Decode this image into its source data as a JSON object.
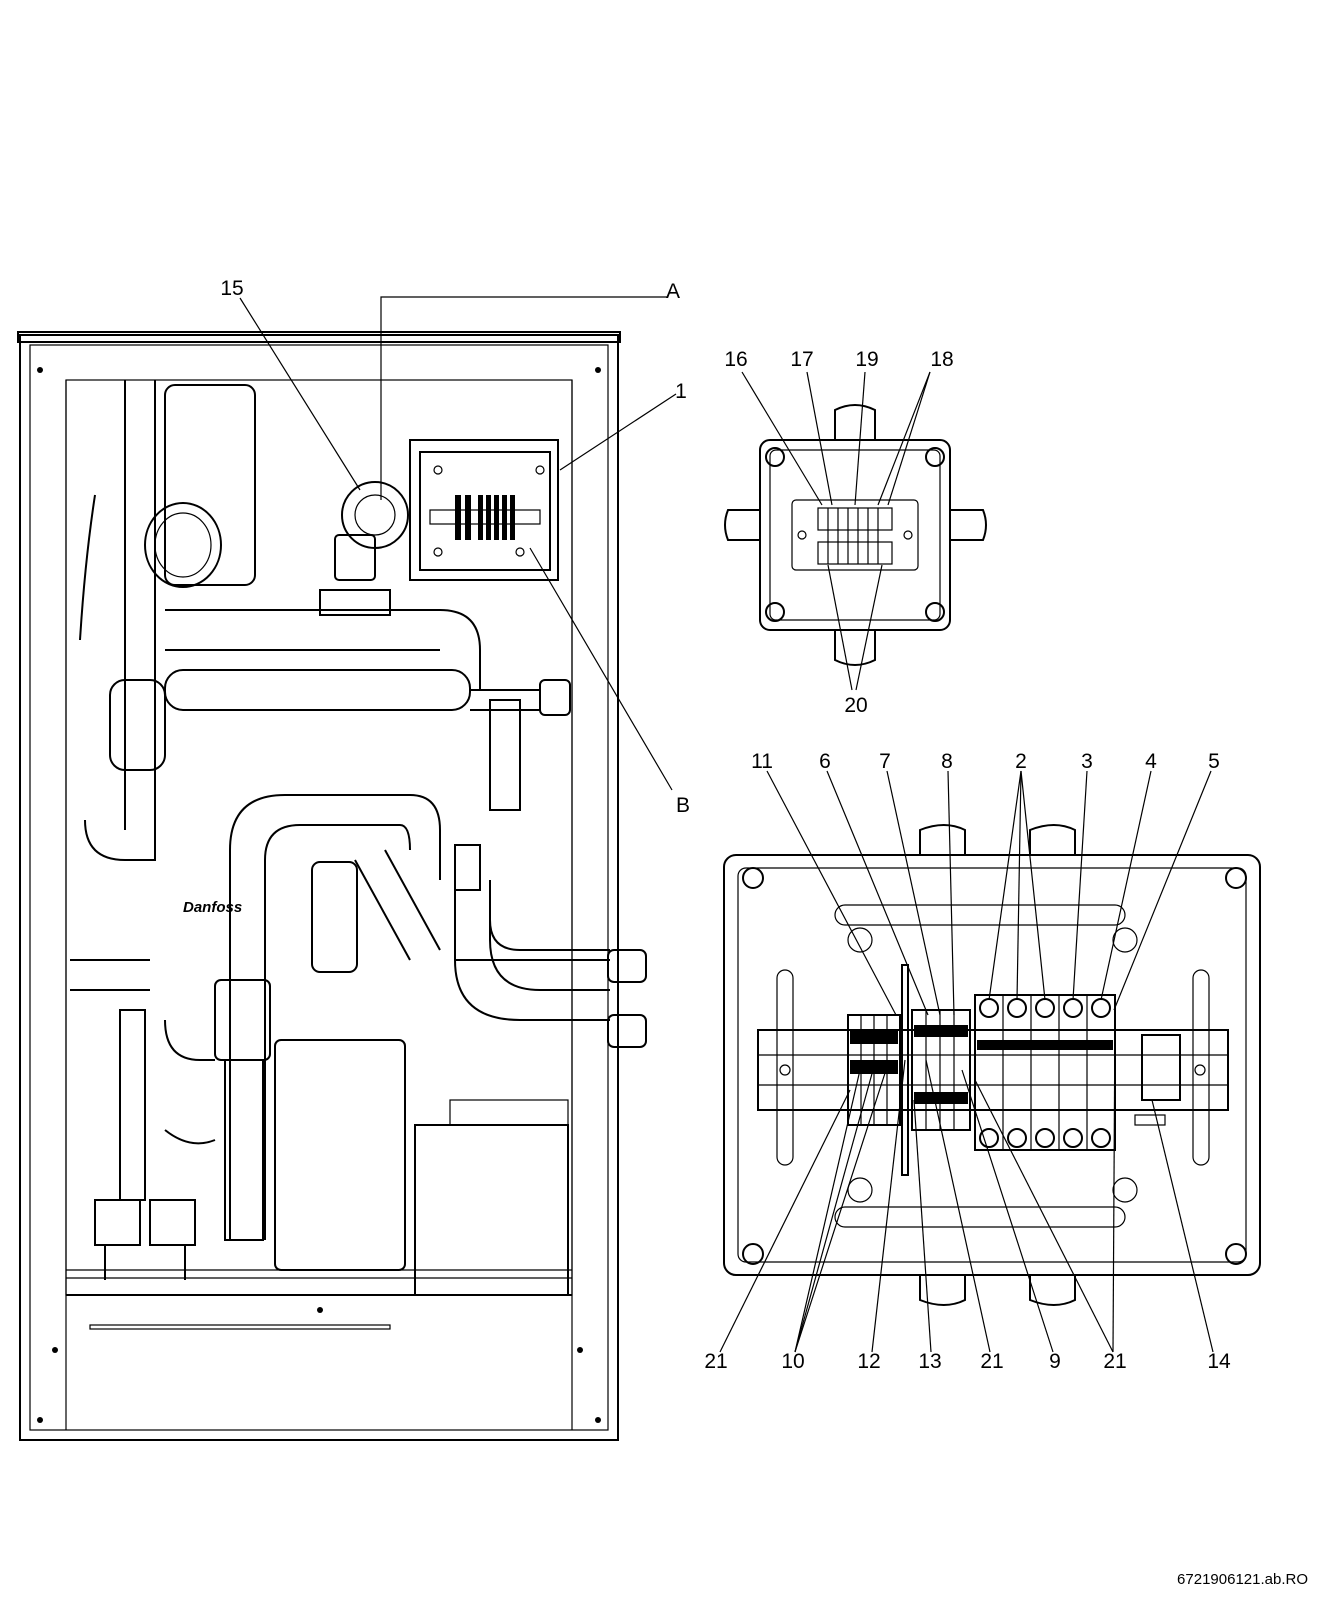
{
  "main_view": {
    "labels": {
      "pump": "15",
      "detail_a": "A",
      "junction_box": "1",
      "detail_b": "B"
    }
  },
  "detail_a": {
    "labels": {
      "l16": "16",
      "l17": "17",
      "l19": "19",
      "l18": "18",
      "l20": "20"
    }
  },
  "detail_b": {
    "labels_top": {
      "l11": "11",
      "l6": "6",
      "l7": "7",
      "l8": "8",
      "l2": "2",
      "l3": "3",
      "l4": "4",
      "l5": "5"
    },
    "labels_bottom": {
      "l21a": "21",
      "l10": "10",
      "l12": "12",
      "l13": "13",
      "l21b": "21",
      "l9": "9",
      "l21c": "21",
      "l14": "14"
    }
  },
  "brand_mark": "Danfoss",
  "figure_ref": "6721906121.ab.RO"
}
